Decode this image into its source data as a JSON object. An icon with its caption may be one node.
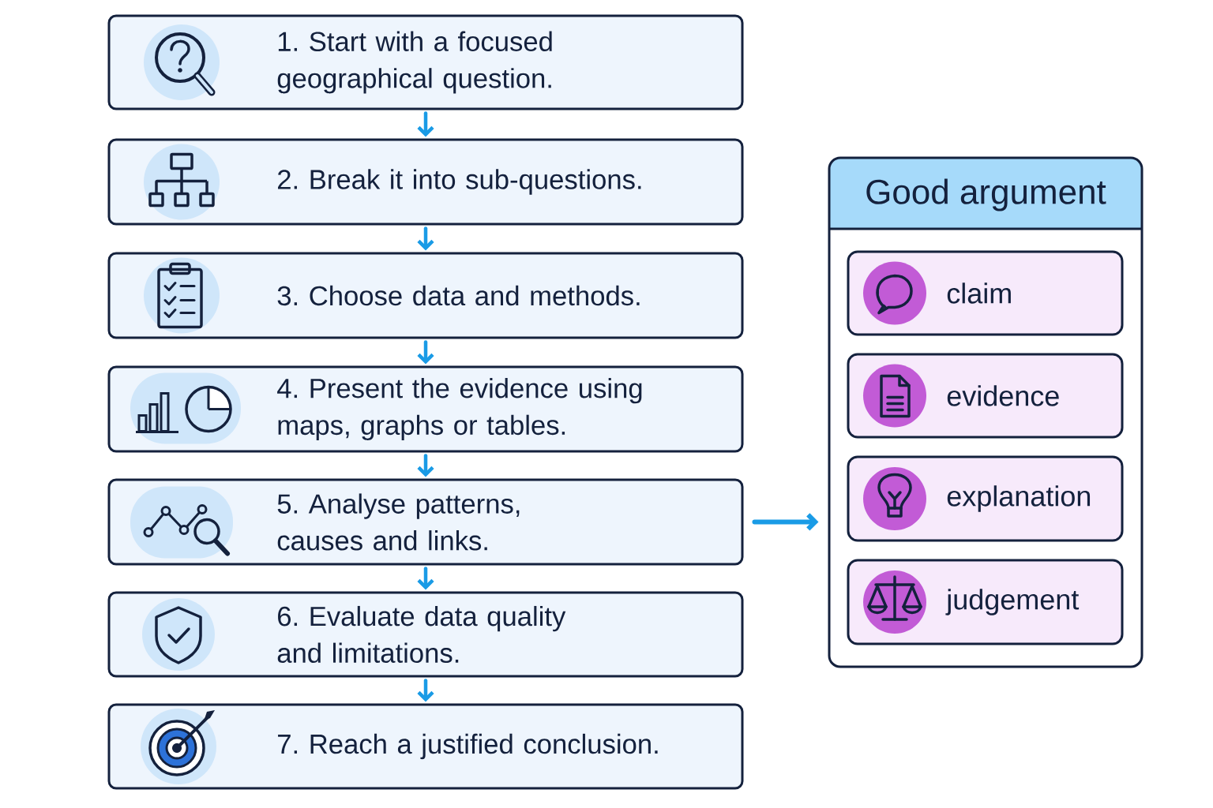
{
  "diagram": {
    "nodes": [
      {
        "text": [
          "1. Start with a focused geographical question."
        ]
      },
      {
        "text": [
          "2. Break it into sub-questions."
        ]
      },
      {
        "text": [
          "3. Choose data and methods."
        ]
      },
      {
        "text": [
          "4. Present the evidence using maps, graphs or tables."
        ]
      },
      {
        "text": [
          "5. Analyse patterns, causes and links."
        ]
      },
      {
        "text": [
          "6. Evaluate data quality and limitations."
        ]
      },
      {
        "text": [
          "7. Reach a justified conclusion."
        ]
      },
      {
        "text": [
          "Good argument"
        ]
      },
      {
        "text": [
          "claim"
        ],
        "in": 7
      },
      {
        "text": [
          "evidence"
        ],
        "in": 7
      },
      {
        "text": [
          "explanation"
        ],
        "in": 7
      },
      {
        "text": [
          "judgement"
        ],
        "in": 7
      }
    ],
    "edges": [
      {
        "from": 0,
        "to": 1,
        "arrow": "to"
      },
      {
        "from": 1,
        "to": 2,
        "arrow": "to"
      },
      {
        "from": 2,
        "to": 3,
        "arrow": "to"
      },
      {
        "from": 3,
        "to": 4,
        "arrow": "to"
      },
      {
        "from": 4,
        "to": 5,
        "arrow": "to"
      },
      {
        "from": 5,
        "to": 6,
        "arrow": "to"
      },
      {
        "from": 4,
        "to": 7,
        "arrow": "to"
      }
    ]
  }
}
